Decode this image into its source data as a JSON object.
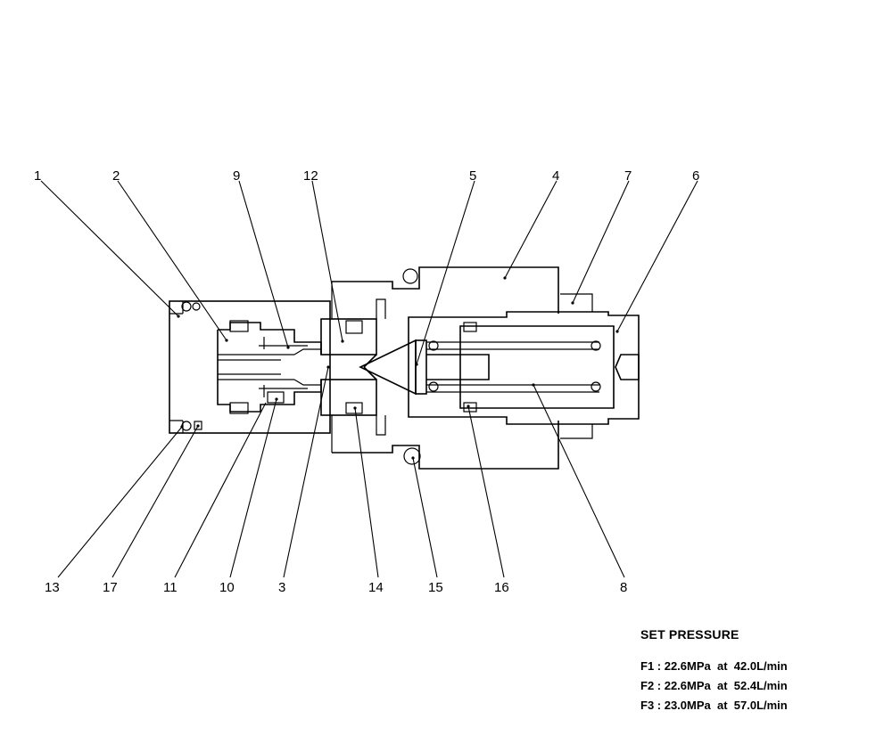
{
  "callouts": [
    "1",
    "2",
    "9",
    "12",
    "5",
    "4",
    "7",
    "6",
    "13",
    "17",
    "11",
    "10",
    "3",
    "14",
    "15",
    "16",
    "8"
  ],
  "spec": {
    "title": "SET PRESSURE",
    "rows": [
      "F1 : 22.6MPa  at  42.0L/min",
      "F2 : 22.6MPa  at  52.4L/min",
      "F3 : 23.0MPa  at  57.0L/min"
    ]
  }
}
